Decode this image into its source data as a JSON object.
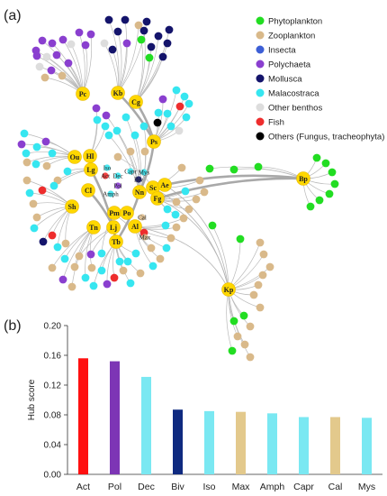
{
  "panel_a": {
    "label": "(a)",
    "legend": [
      {
        "label": "Phytoplankton",
        "color": "#22dd22"
      },
      {
        "label": "Zooplankton",
        "color": "#d9b98a"
      },
      {
        "label": "Insecta",
        "color": "#3d5fd6"
      },
      {
        "label": "Polychaeta",
        "color": "#8a3fcf"
      },
      {
        "label": "Mollusca",
        "color": "#14146b"
      },
      {
        "label": "Malacostraca",
        "color": "#36e6f0"
      },
      {
        "label": "Other benthos",
        "color": "#dddddd"
      },
      {
        "label": "Fish",
        "color": "#ee2d2d"
      },
      {
        "label": "Others (Fungus, tracheophyta)",
        "color": "#000000"
      }
    ],
    "hub_labels": [
      "Pc",
      "Kb",
      "Cg",
      "Ps",
      "Ou",
      "Hl",
      "Lg",
      "Cl",
      "Sh",
      "Nn",
      "Sc",
      "Ae",
      "Fg",
      "Pm",
      "Po",
      "Lj",
      "Al",
      "Tn",
      "Tb",
      "Bp",
      "Kp"
    ],
    "minor_labels": [
      "Iso",
      "Act",
      "Dec",
      "Capr",
      "Mys",
      "Amph",
      "Pol",
      "Biv",
      "Cal",
      "Max"
    ]
  },
  "chart_data": {
    "type": "bar",
    "panel_label": "(b)",
    "categories": [
      "Act",
      "Pol",
      "Dec",
      "Biv",
      "Iso",
      "Max",
      "Amph",
      "Capr",
      "Cal",
      "Mys"
    ],
    "values": [
      0.156,
      0.152,
      0.131,
      0.087,
      0.085,
      0.084,
      0.082,
      0.077,
      0.077,
      0.076
    ],
    "colors": [
      "#ff1111",
      "#7d35b5",
      "#7ae8f2",
      "#0f2a80",
      "#7ae8f2",
      "#e3c98c",
      "#7ae8f2",
      "#7ae8f2",
      "#e3c98c",
      "#7ae8f2"
    ],
    "ylabel": "Hub score",
    "ylim": [
      0,
      0.2
    ],
    "yticks": [
      "0.00",
      "0.04",
      "0.08",
      "0.12",
      "0.16",
      "0.20"
    ],
    "grid": false,
    "legend": "none"
  }
}
